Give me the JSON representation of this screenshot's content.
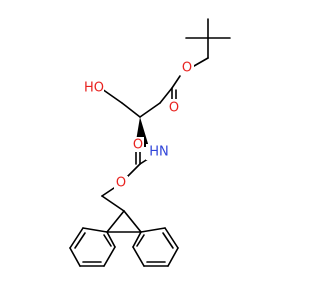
{
  "colors": {
    "bond": "#000000",
    "oxygen": "#e8221f",
    "nitrogen": "#2f44d9",
    "background": "#ffffff"
  },
  "labels": {
    "ester_o_top": "O",
    "ester_o_carbonyl": "O",
    "hydroxyl": "HO",
    "amine": "HN",
    "carbamate_o_carbonyl": "O",
    "carbamate_o_ether": "O"
  }
}
